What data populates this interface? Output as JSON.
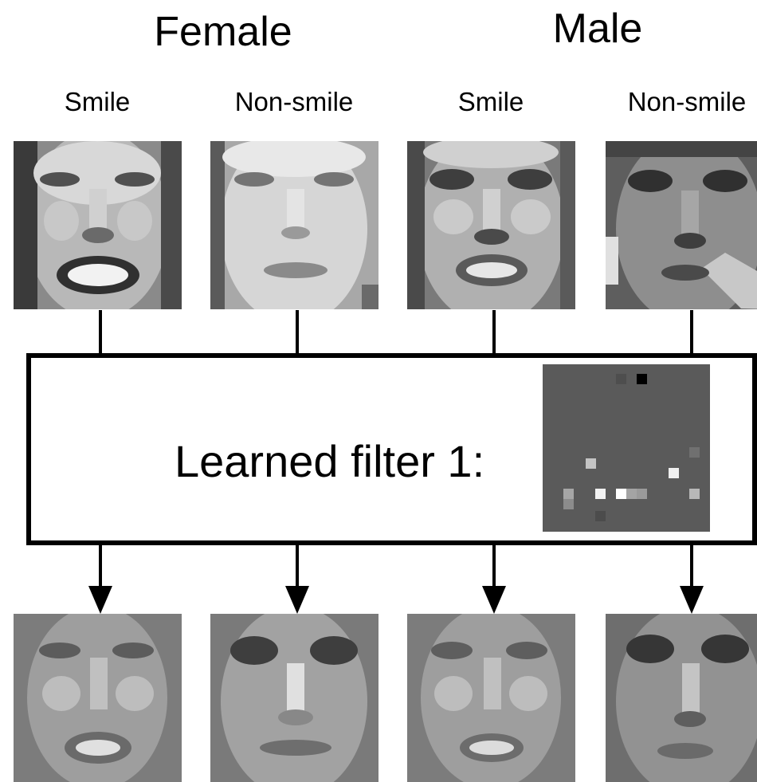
{
  "groups": [
    {
      "label": "Female"
    },
    {
      "label": "Male"
    }
  ],
  "columns": [
    {
      "label": "Smile",
      "group": "Female",
      "input_icon": "smiling-female-face",
      "output_icon": "filtered-smiling-female-face"
    },
    {
      "label": "Non-smile",
      "group": "Female",
      "input_icon": "neutral-female-face",
      "output_icon": "filtered-neutral-female-face"
    },
    {
      "label": "Smile",
      "group": "Male",
      "input_icon": "smiling-male-face",
      "output_icon": "filtered-smiling-male-face"
    },
    {
      "label": "Non-smile",
      "group": "Male",
      "input_icon": "neutral-male-face",
      "output_icon": "filtered-neutral-male-face"
    }
  ],
  "filter": {
    "label": "Learned filter 1:",
    "image": "learned-filter-heatmap"
  }
}
